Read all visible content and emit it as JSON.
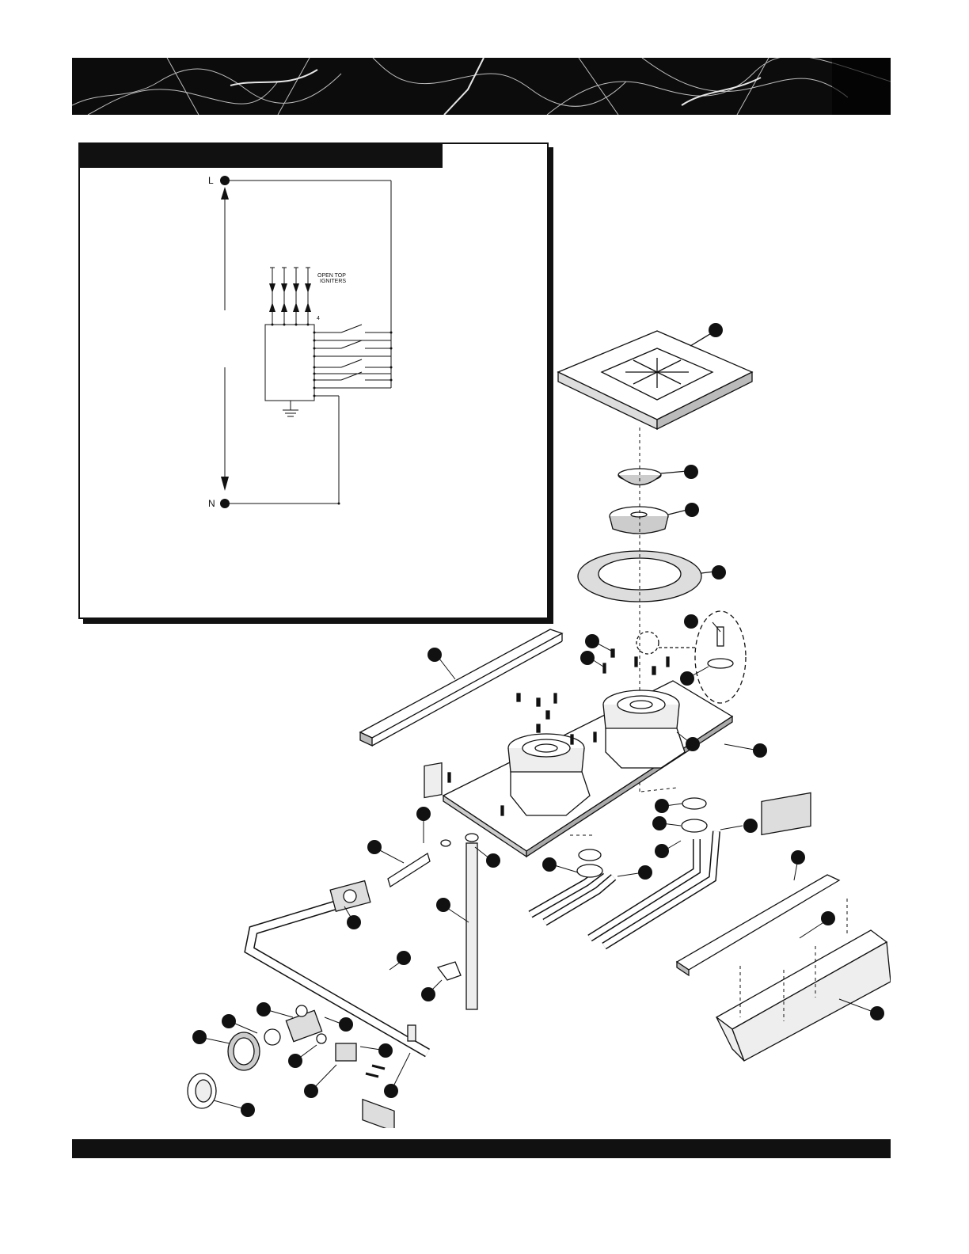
{
  "schematic": {
    "terminal_line": "L",
    "terminal_neutral": "N",
    "igniters_label_1": "OPEN TOP",
    "igniters_label_2": "IGNITERS",
    "module_terminal": "4"
  },
  "colors": {
    "ink": "#111111",
    "paper": "#ffffff"
  }
}
